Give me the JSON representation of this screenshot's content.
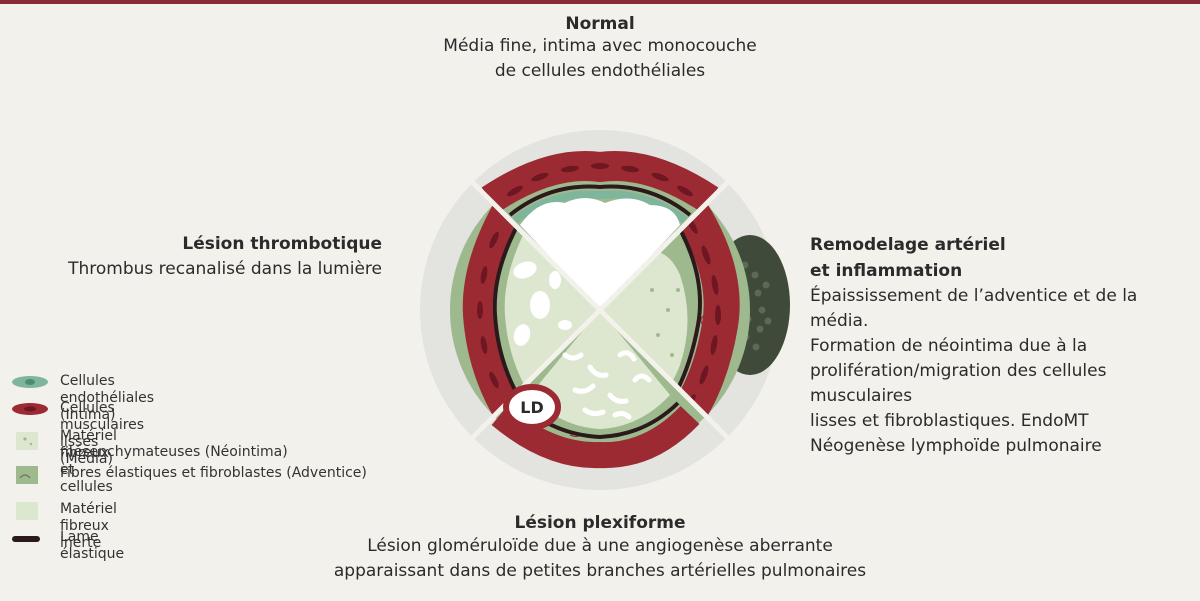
{
  "normal": {
    "title": "Normal",
    "lines": [
      "Média fine, intima avec monocouche",
      "de cellules endothéliales"
    ]
  },
  "thrombotic": {
    "title": "Lésion thrombotique",
    "lines": [
      "Thrombus recanalisé dans la lumière"
    ]
  },
  "remodeling": {
    "title_lines": [
      "Remodelage artériel",
      "et inflammation"
    ],
    "lines": [
      "Épaississement de l’adventice et de la média.",
      "Formation de néointima due à la",
      "prolifération/migration des cellules musculaires",
      "lisses et fibroblastiques. EndoMT",
      "Néogenèse lymphoïde pulmonaire"
    ]
  },
  "plexiform": {
    "title": "Lésion plexiforme",
    "lines": [
      "Lésion gloméruloïde due à une angiogenèse aberrante",
      "apparaissant dans de petites branches artérielles pulmonaires"
    ]
  },
  "diagram": {
    "ld_label": "LD"
  },
  "legend": {
    "items": [
      {
        "icon": "endothelial-cell",
        "label_lines": [
          "Cellules endothéliales (Intima)"
        ]
      },
      {
        "icon": "smooth-muscle-cell",
        "label_lines": [
          "Cellules musculaires lisses (Média)"
        ]
      },
      {
        "icon": "fibrous-material",
        "label_lines": [
          "Matériel fibreux et cellules",
          "mésenchymateuses (Néointima)"
        ]
      },
      {
        "icon": "elastic-fibers",
        "label_lines": [
          "Fibres élastiques et fibroblastes (Adventice)"
        ]
      },
      {
        "icon": "inert-fibrous",
        "label_lines": [
          "Matériel fibreux inerte"
        ]
      },
      {
        "icon": "elastic-lamina",
        "label_lines": [
          "Lame élastique"
        ]
      }
    ]
  },
  "colors": {
    "outer_ring": "#e3e3df",
    "adventitia": "#9fb98f",
    "media": "#9b2a33",
    "media_cell": "#6e1622",
    "intima": "#7fb59a",
    "neointima": "#dde7cf",
    "inert": "#dbe8cf",
    "lamina": "#2a1a1c",
    "lymphoid": "#3f4a3a",
    "accent": "#8d2a3a"
  }
}
